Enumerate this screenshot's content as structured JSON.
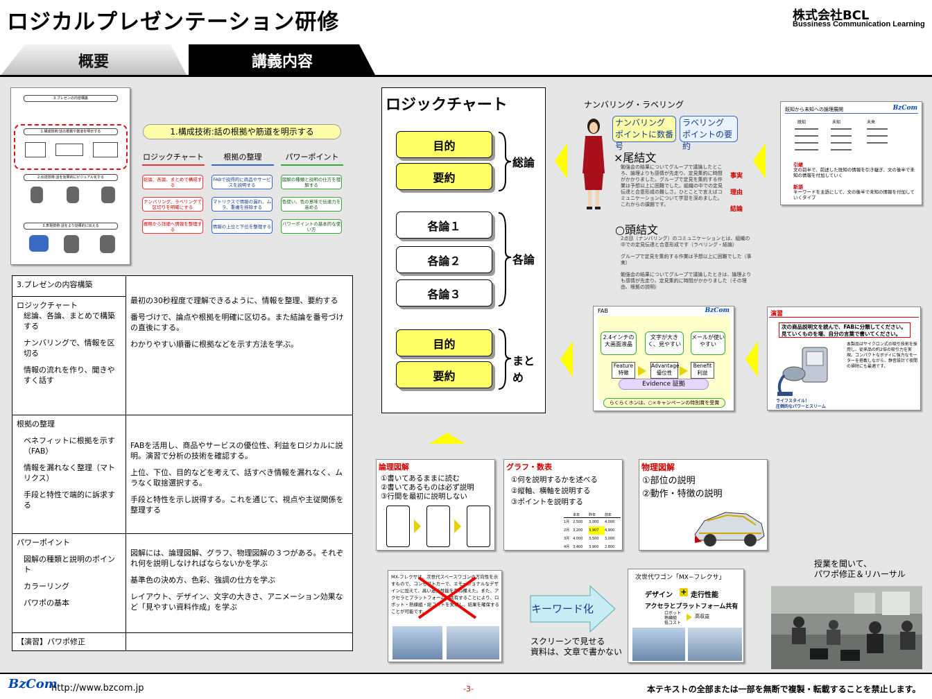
{
  "header": {
    "title": "ロジカルプレゼンテーション研修",
    "company": "株式会社BCL",
    "company_sub": "Bussiness Communication Learning"
  },
  "tabs": [
    {
      "label": "概要"
    },
    {
      "label": "講義内容"
    }
  ],
  "thumb_left": {
    "title": "3.プレゼンの内容構築",
    "row1": "1.構成技術:話の根拠や筋道を明示する",
    "row2": "2.伝達技術:話を効果的にビジュアル化する",
    "row3": "3.表現技術:話をより効果的に伝える"
  },
  "flow": {
    "title": "1.構成技術:話の根拠や筋道を明示する",
    "cols": [
      {
        "heading": "ロジックチャート",
        "items": [
          "総論、各論、まとめで構成する",
          "ナンバリング、ラベリングで区切りを明確にする",
          "概略から詳細へ情報を整理する"
        ]
      },
      {
        "heading": "根拠の整理",
        "items": [
          "FABで説得的に商品やサービスを説明する",
          "マトリクスで情報の漏れ、ムラ、重複を排除する",
          "情報の上位と下位を整理する"
        ]
      },
      {
        "heading": "パワーポイント",
        "items": [
          "図解の種類と説明の仕方を理解する",
          "色使い、色の意味で伝達力を高める",
          "パワーポイントの基本的な使い方"
        ]
      }
    ]
  },
  "table": {
    "section_title": "3.プレゼンの内容構築",
    "g1": {
      "heading": "ロジックチャート",
      "left": [
        "総論、各論、まとめで構築する",
        "ナンバリングで、情報を区切る",
        "情報の流れを作り、聞きやすく話す"
      ],
      "right": [
        "最初の30秒程度で理解できるように、情報を整理、要約する",
        "番号づけで、論点や根拠を明確に区切る。また結論を番号づけの直後にする。",
        "わかりやすい順番に根拠などを示す方法を学ぶ。"
      ]
    },
    "g2": {
      "heading": "根拠の整理",
      "left": [
        "ベネフィットに根拠を示す（FAB）",
        "情報を漏れなく整理（マトリクス）",
        "手段と特性で端的に訴求する"
      ],
      "right": [
        "FABを活用し、商品やサービスの優位性、利益をロジカルに説明。演習で分析の技術を確認する。",
        "上位、下位、目的などを考えて、話すべき情報を漏れなく、ムラなく取捨選択する。",
        "手段と特性を示し説得する。これを通じて、視点や主従関係を整理する"
      ]
    },
    "g3": {
      "heading": "パワーポイント",
      "left": [
        "図解の種類と説明のポイント",
        "カラーリング",
        "パワポの基本"
      ],
      "right": [
        "図解には、論理図解、グラフ、物理図解の３つがある。それぞれ何を説明しなければならないかを学ぶ",
        "基準色の決め方、色彩、強調の仕方を学ぶ",
        "レイアウト、デザイン、文字の大きさ、アニメーション効果など「見やすい資料作成」を学ぶ"
      ]
    },
    "practice": "【演習】パワポ修正"
  },
  "logic_chart": {
    "title": "ロジックチャート",
    "boxes": [
      "目的",
      "要約",
      "各論１",
      "各論２",
      "各論３",
      "目的",
      "要約"
    ],
    "labels": [
      "総論",
      "各論",
      "まとめ"
    ]
  },
  "numbering": {
    "heading": "ナンバリング・ラベリング",
    "bubble_number": "ナンバリング\nポイントに数番号",
    "bubble_label": "ラベリング\nポイントの要約",
    "bad_heading": "×尾結文",
    "bad_body": "勉強会の結果についてグループで議論したところ、論理よりも感情が先走り、定見集約に時間がかかりました。グループで定見を集約する作業は予想以上に困難でした。組織の中での定見伝達と合意形成の難しさ。ひとことで言えばコミュニケーションについて学習を深めました。これからの課題です。",
    "side_words": [
      "事実",
      "理由",
      "結論"
    ],
    "good_heading": "○頭結文",
    "good_body1": "2点目（ナンバリング）のコミュニケーションとは、組織の中での定見伝達と合意形成です（ラベリング・結論）",
    "good_body2": "グループで定見を集約する作業は予想以上に困難でした（事実）",
    "good_body3": "勉強会の結果についてグループで議論したときは、論理よりも感情が先走り、定見集約に時間がかかりました（その理由、根拠の説明）"
  },
  "thumb_right": {
    "title": "既知から未知への論理展開",
    "logo": "BzCom",
    "cols": [
      "既知",
      "未知",
      "未来"
    ],
    "lbl1": "引継",
    "txt1": "文の前半で、前述した既知の情報を引き継ぎ、文の後半で未知の情報を付加していく",
    "lbl2": "新語",
    "txt2": "キーワードを主語にして、文の後半で未知の情報を付加していくタイプ"
  },
  "fab": {
    "title": "FAB",
    "logo": "BzCom",
    "bubbles": [
      "2.4インチの大画面液晶",
      "文字が大きく、見やすい",
      "メールが使いやすい"
    ],
    "k": [
      {
        "en": "Feature",
        "jp": "特徴"
      },
      {
        "en": "Advantage",
        "jp": "優位性"
      },
      {
        "en": "Benefit",
        "jp": "利益"
      }
    ],
    "evidence": "Evidence 証拠",
    "footer": "らくらくホンは、○×キャンペーンの特別賞を受賞"
  },
  "enshu": {
    "title": "演習",
    "prompt": "次の商品説明文を読んで、FABに分類してください。見ていくものを増、自分の言葉で書いてください。",
    "caption1": "ライフスタイル！",
    "caption2": "圧倒的なパワーとスリーム",
    "body": "本製品はサイクロン式の吸引技術を採用し、従来品の約2倍の吸引力を実現。コンパクトなボディに強力なモーターを搭載しながら、静音設計で夜間の掃除にも最適です。"
  },
  "cards": {
    "ronri": {
      "title": "論理図解",
      "lines": [
        "①書いてあるままに読む",
        "②書いてあるものは必ず説明",
        "③行間を最初に説明しない"
      ]
    },
    "graph": {
      "title": "グラフ・数表",
      "lines": [
        "①何を説明するかを述べる",
        "②縦軸、横軸を説明する",
        "③ポイントを説明する"
      ],
      "table_head": [
        "",
        "本年",
        "昨年",
        "前年"
      ],
      "table_rows": [
        [
          "1月",
          "2,500",
          "3,000",
          "4,000"
        ],
        [
          "2月",
          "3,200",
          "3,907",
          "4,900"
        ],
        [
          "3月",
          "4,000",
          "3,500",
          "3,000"
        ],
        [
          "4月",
          "3,400",
          "3,900",
          "2,800"
        ]
      ]
    },
    "butsuri": {
      "title": "物理図解",
      "lines": [
        "①部位の説明",
        "②動作・特徴の説明"
      ]
    }
  },
  "bottom": {
    "before_text": "MX-フレクサは、次世代スペースワゴンの方向性を示すもので、コンセプトカーで、エモーショナルなデザインに加えて、高い走行性能を兼ね備えた。また、アクセラとプラットフォームを共有することにより、ロボット・熟練組・総コストを実現し、結果を確保することが可能です。",
    "keyword": "キーワード化",
    "screen": [
      "スクリーンで見せる",
      "資料は、文章で書かない"
    ],
    "after_title": "次世代ワゴン「MX−フレクサ」",
    "after_l1a": "デザイン",
    "after_l1b": "走行性能",
    "after_l2": "アクセラとプラットフォーム共有",
    "after_items": [
      "ロボット",
      "熟練組",
      "低コスト"
    ],
    "after_result": "高収益",
    "rehearsal": [
      "授業を聞いて、",
      "パワポ修正＆リハーサル"
    ]
  },
  "footer": {
    "logo": "BzCom",
    "url": "http://www.bzcom.jp",
    "page": "-3-",
    "notice": "本テキストの全部または一部を無断で複製・転載することを禁止します。"
  }
}
